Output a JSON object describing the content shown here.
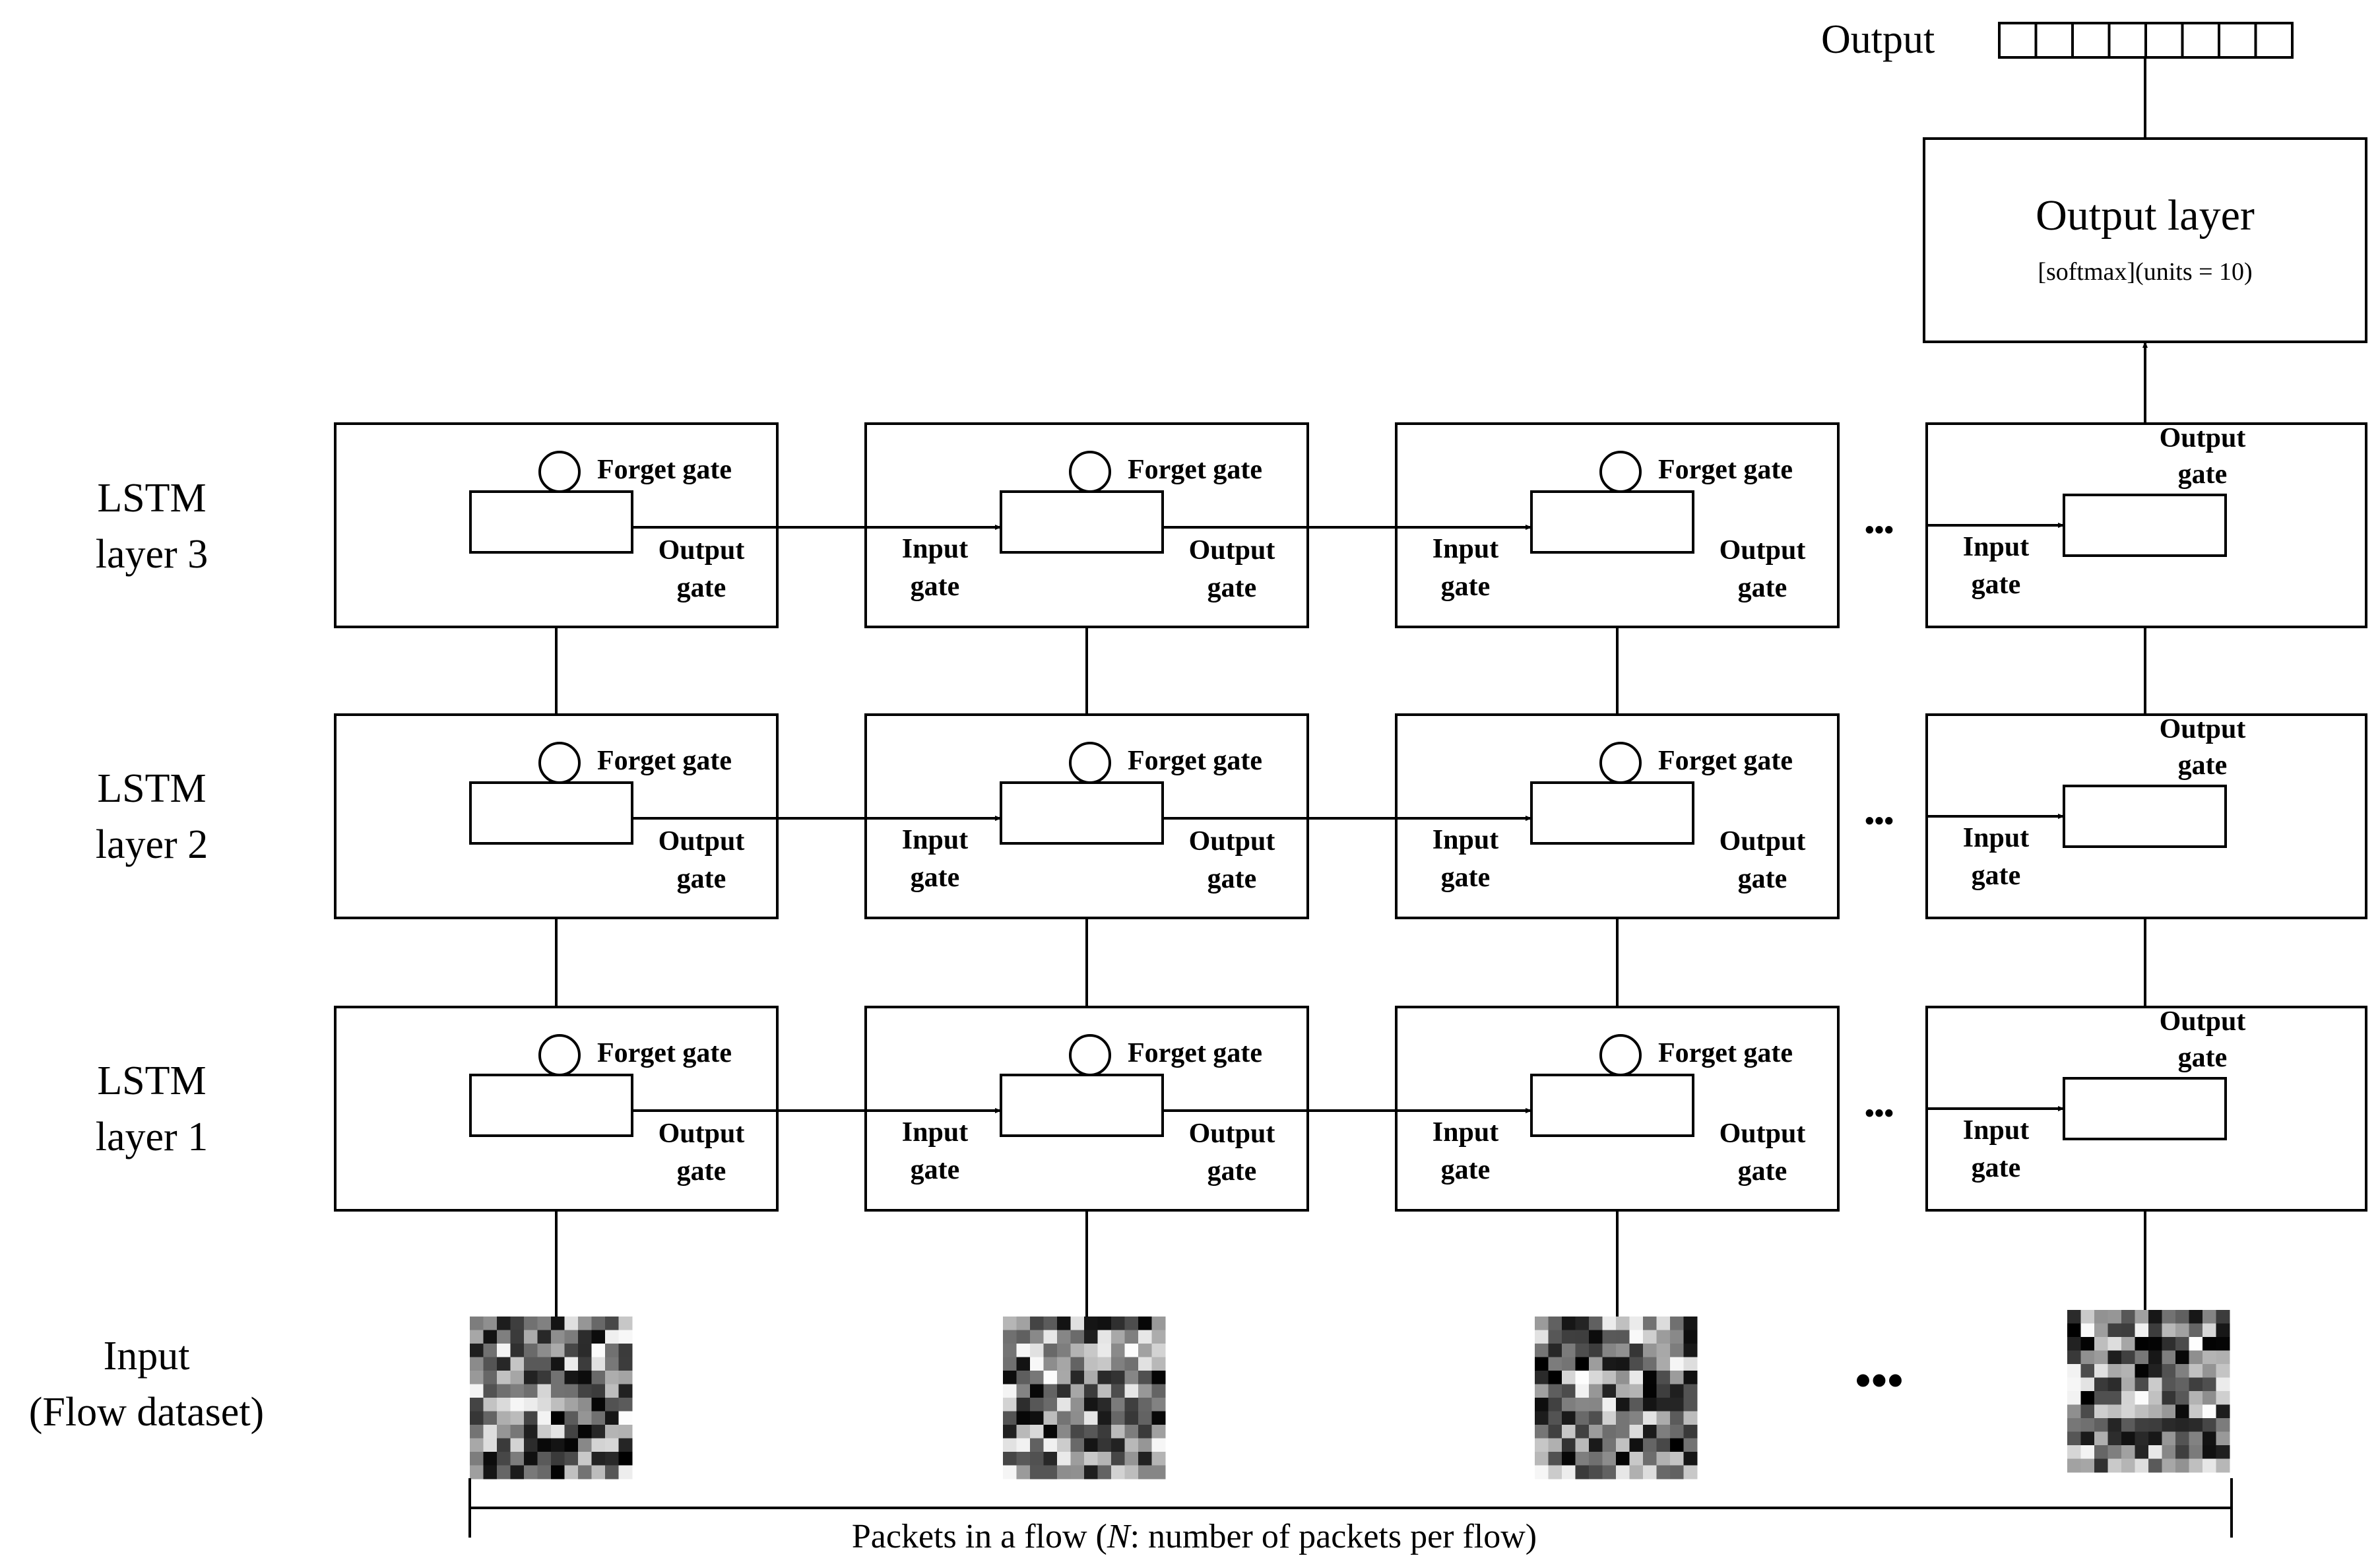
{
  "output_label": "Output",
  "output_cells": 8,
  "output_layer": {
    "title": "Output layer",
    "subtitle": "[softmax](units = 10)"
  },
  "layers": [
    {
      "line1": "LSTM",
      "line2": "layer 3"
    },
    {
      "line1": "LSTM",
      "line2": "layer 2"
    },
    {
      "line1": "LSTM",
      "line2": "layer 1"
    }
  ],
  "gates": {
    "forget": "Forget gate",
    "output1": "Output",
    "output2": "gate",
    "input1": "Input",
    "input2": "gate"
  },
  "ellipsis": "•••",
  "input_label": {
    "line1": "Input",
    "line2": "(Flow dataset)"
  },
  "packets_caption": {
    "before": "Packets in a flow (",
    "var": "N",
    "after": ": number of packets per flow)"
  }
}
